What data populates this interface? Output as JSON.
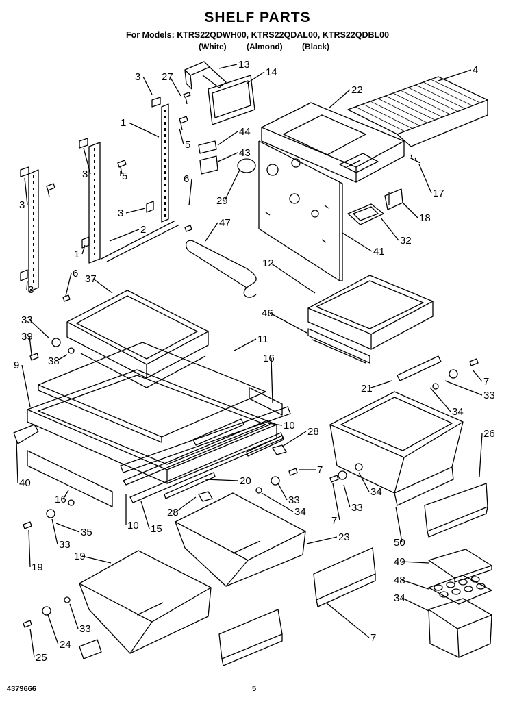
{
  "header": {
    "title": "SHELF PARTS",
    "models": "For Models: KTRS22QDWH00, KTRS22QDAL00, KTRS22QDBL00",
    "variant_white": "(White)",
    "variant_almond": "(Almond)",
    "variant_black": "(Black)"
  },
  "footer": {
    "doc_number": "4379666",
    "page": "5"
  },
  "callouts": [
    "13",
    "14",
    "4",
    "3",
    "27",
    "22",
    "1",
    "5",
    "44",
    "43",
    "6",
    "29",
    "17",
    "3",
    "5",
    "3",
    "18",
    "3",
    "2",
    "47",
    "32",
    "41",
    "1",
    "12",
    "6",
    "37",
    "46",
    "3",
    "11",
    "33",
    "39",
    "38",
    "16",
    "9",
    "21",
    "7",
    "33",
    "34",
    "10",
    "28",
    "40",
    "16",
    "20",
    "7",
    "26",
    "34",
    "33",
    "34",
    "33",
    "10",
    "15",
    "28",
    "7",
    "33",
    "35",
    "19",
    "19",
    "23",
    "50",
    "49",
    "48",
    "34",
    "33",
    "24",
    "7",
    "25"
  ]
}
